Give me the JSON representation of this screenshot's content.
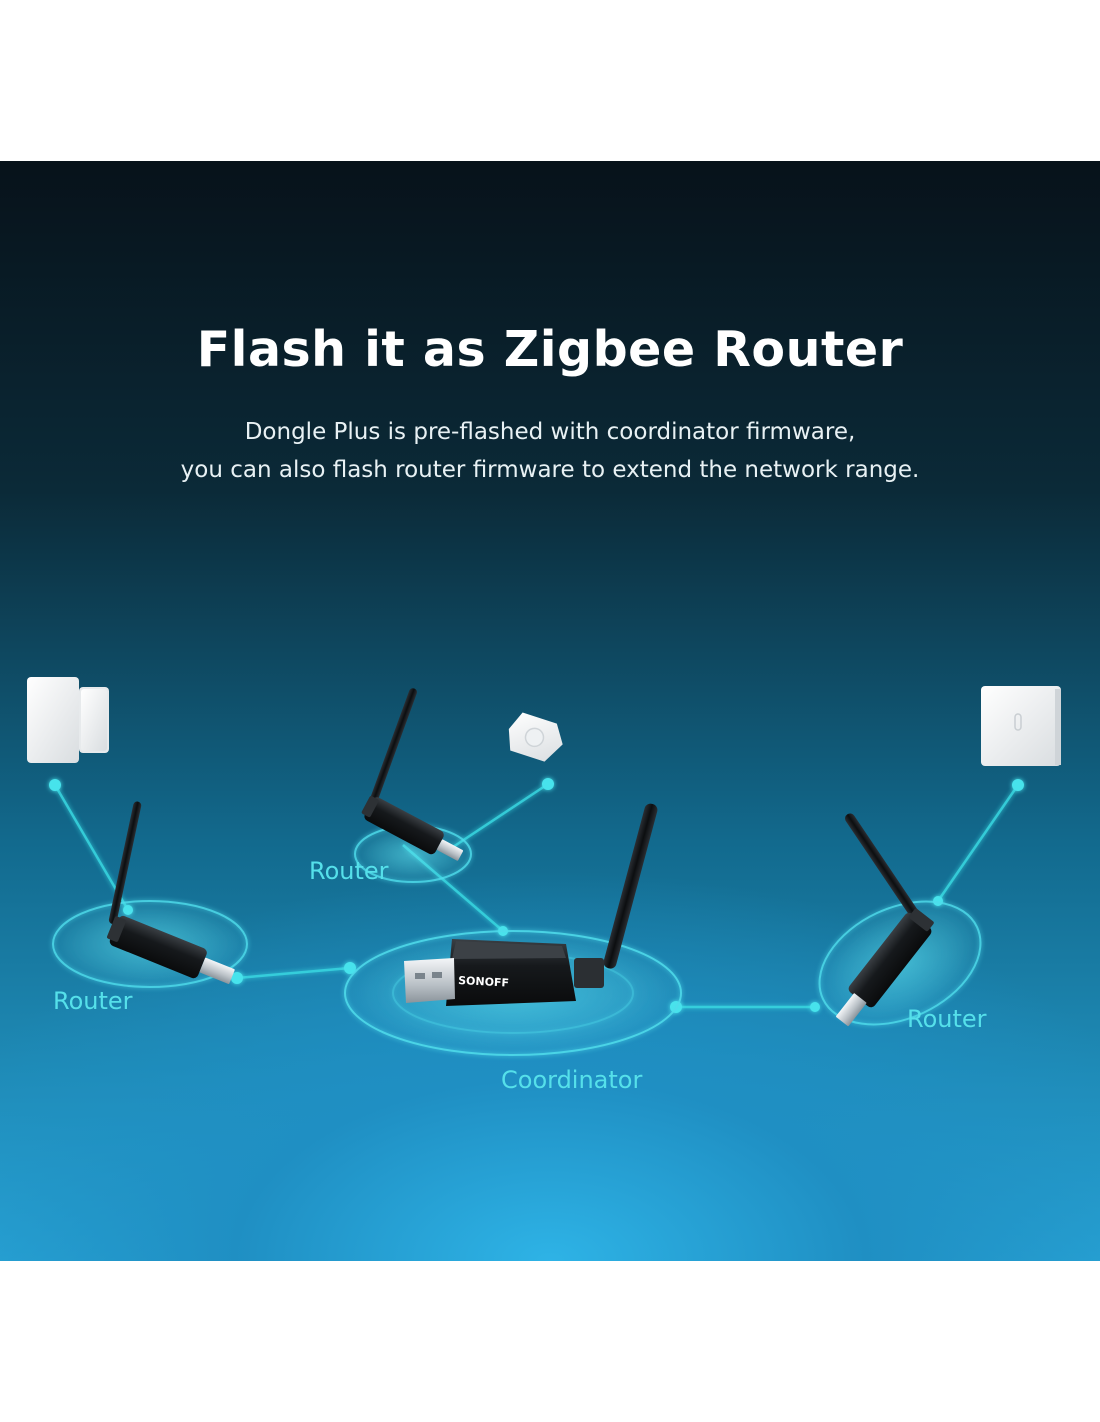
{
  "headline": "Flash it as Zigbee Router",
  "subtitle": {
    "line1": "Dongle Plus is pre-flashed with coordinator firmware,",
    "line2": "you can also flash router firmware to extend the network range."
  },
  "nodes": {
    "router_left": "Router",
    "router_top": "Router",
    "router_right": "Router",
    "coordinator": "Coordinator"
  },
  "brand": "SONOFF",
  "colors": {
    "link": "#37d6e0",
    "label": "#55e0ea",
    "dongle": "#15181b",
    "sensor": "#f2f2f2"
  }
}
